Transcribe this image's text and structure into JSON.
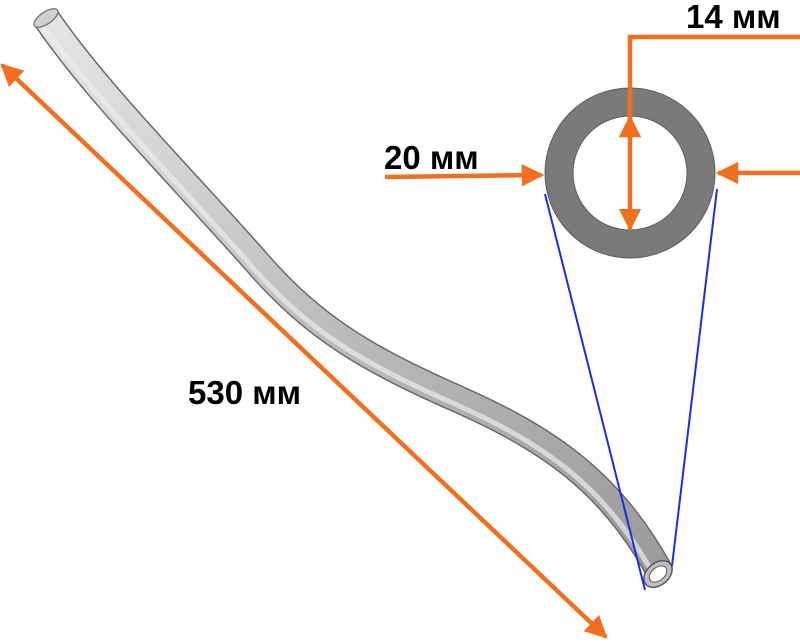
{
  "diagram": {
    "labels": {
      "length": "530 мм",
      "outer_diameter": "20 мм",
      "inner_diameter": "14 мм"
    },
    "colors": {
      "dimension": "#f07020",
      "projection": "#1a2fe0",
      "tube_fill": "#c9c9c9",
      "tube_edge": "#6a6a6a",
      "section": "#7a7a7a",
      "text": "#000000"
    }
  }
}
